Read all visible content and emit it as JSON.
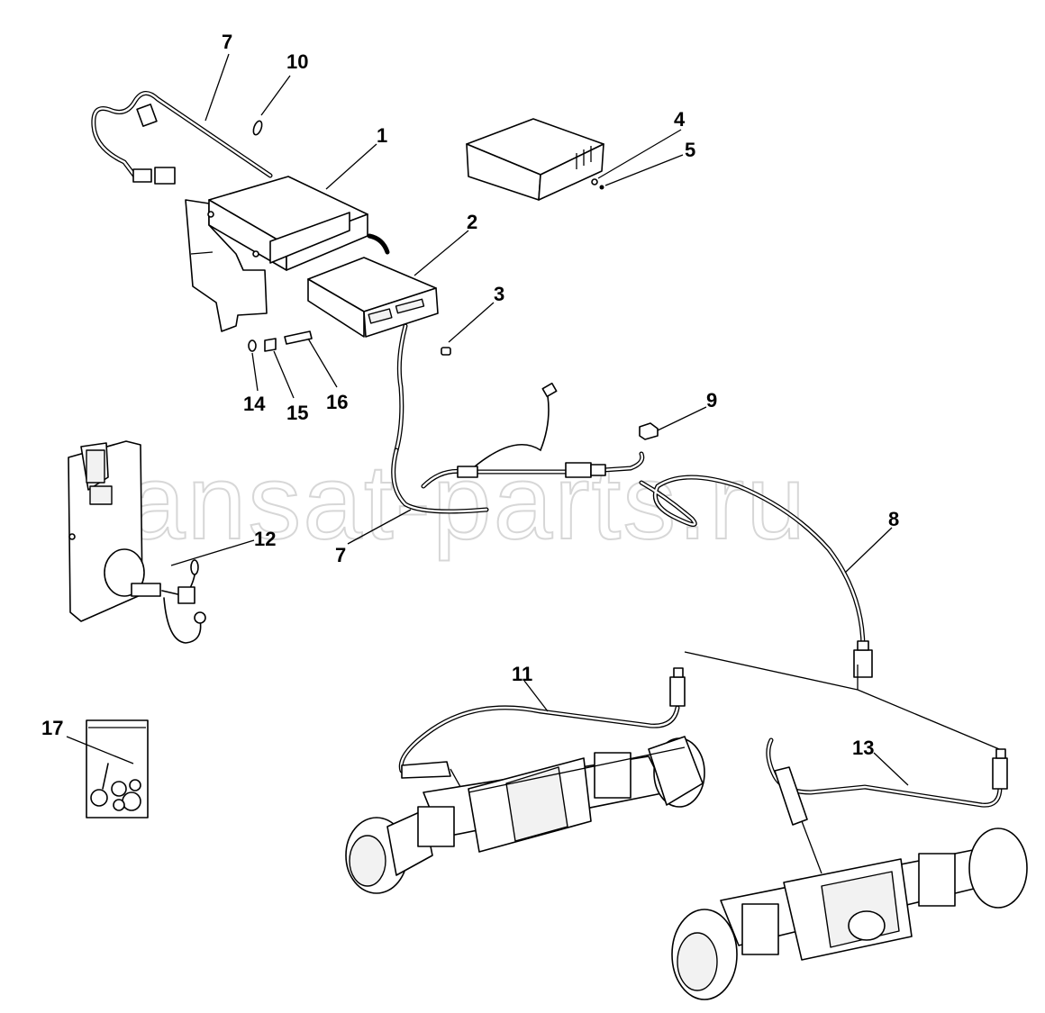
{
  "diagram": {
    "watermark": "ansat-parts.ru",
    "callouts": {
      "c1": "1",
      "c2": "2",
      "c3": "3",
      "c4": "4",
      "c5": "5",
      "c7a": "7",
      "c7b": "7",
      "c8": "8",
      "c9": "9",
      "c10": "10",
      "c11": "11",
      "c12": "12",
      "c13": "13",
      "c14": "14",
      "c15": "15",
      "c16": "16",
      "c17": "17"
    }
  }
}
